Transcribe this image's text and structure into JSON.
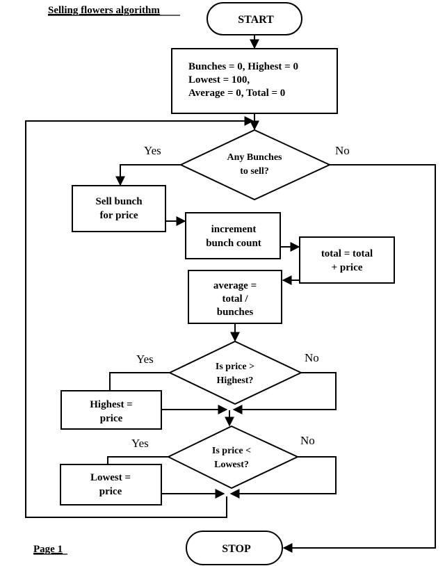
{
  "title": "Selling flowers algorithm",
  "footer": "Page 1",
  "terminals": {
    "start": "START",
    "stop": "STOP"
  },
  "init_box": [
    "Bunches = 0, Highest = 0",
    "Lowest = 100,",
    "Average = 0, Total = 0"
  ],
  "decision_any": [
    "Any Bunches",
    "to sell?"
  ],
  "decision_highest": [
    "Is price >",
    "Highest?"
  ],
  "decision_lowest": [
    "Is price <",
    "Lowest?"
  ],
  "process_sell": [
    "Sell bunch",
    "for price"
  ],
  "process_increment": [
    "increment",
    "bunch count"
  ],
  "process_total": [
    "total = total",
    "+ price"
  ],
  "process_average": [
    "average =",
    "total /",
    "bunches"
  ],
  "process_highest": [
    "Highest =",
    "price"
  ],
  "process_lowest": [
    "Lowest =",
    "price"
  ],
  "labels": {
    "yes": "Yes",
    "no": "No"
  }
}
